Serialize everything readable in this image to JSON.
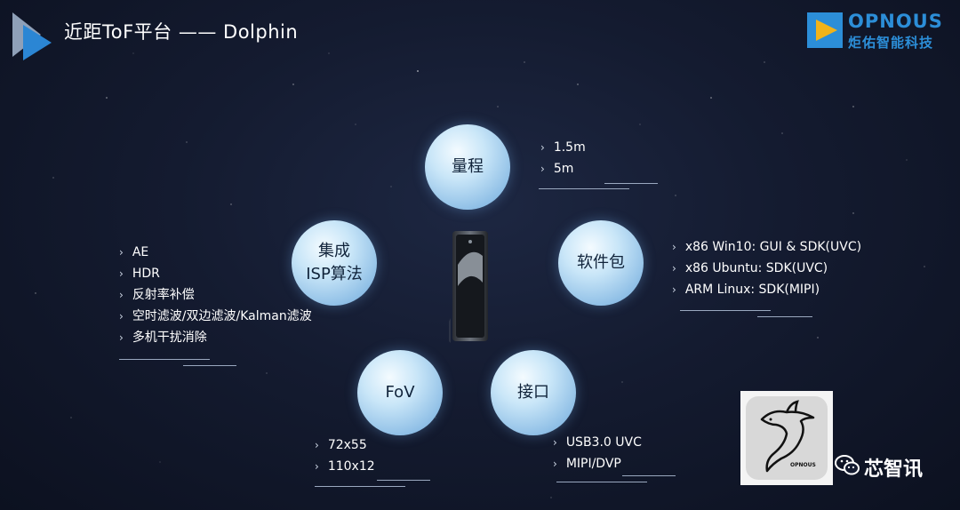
{
  "title": "近距ToF平台 —— Dolphin",
  "brand": {
    "name_en": "OPNOUS",
    "name_cn": "炬佑智能科技",
    "color": "#2c8ed8",
    "accent": "#f2b319"
  },
  "watermark": {
    "text": "芯智讯",
    "icon": "wechat-icon"
  },
  "features": [
    {
      "label": "量程",
      "items": [
        "1.5m",
        "5m"
      ]
    },
    {
      "label": "软件包",
      "items": [
        "x86 Win10: GUI & SDK(UVC)",
        "x86 Ubuntu: SDK(UVC)",
        "ARM Linux: SDK(MIPI)"
      ]
    },
    {
      "label": "接口",
      "items": [
        "USB3.0 UVC",
        "MIPI/DVP"
      ]
    },
    {
      "label": "FoV",
      "items": [
        "72x55",
        "110x12"
      ]
    },
    {
      "label_line1": "集成",
      "label_line2": "ISP算法",
      "items": [
        "AE",
        "HDR",
        "反射率补偿",
        "空时滤波/双边滤波/Kalman滤波",
        "多机干扰消除"
      ]
    }
  ],
  "qr_card": {
    "logo_text": "OPNOUS",
    "icon": "dolphin-icon"
  }
}
